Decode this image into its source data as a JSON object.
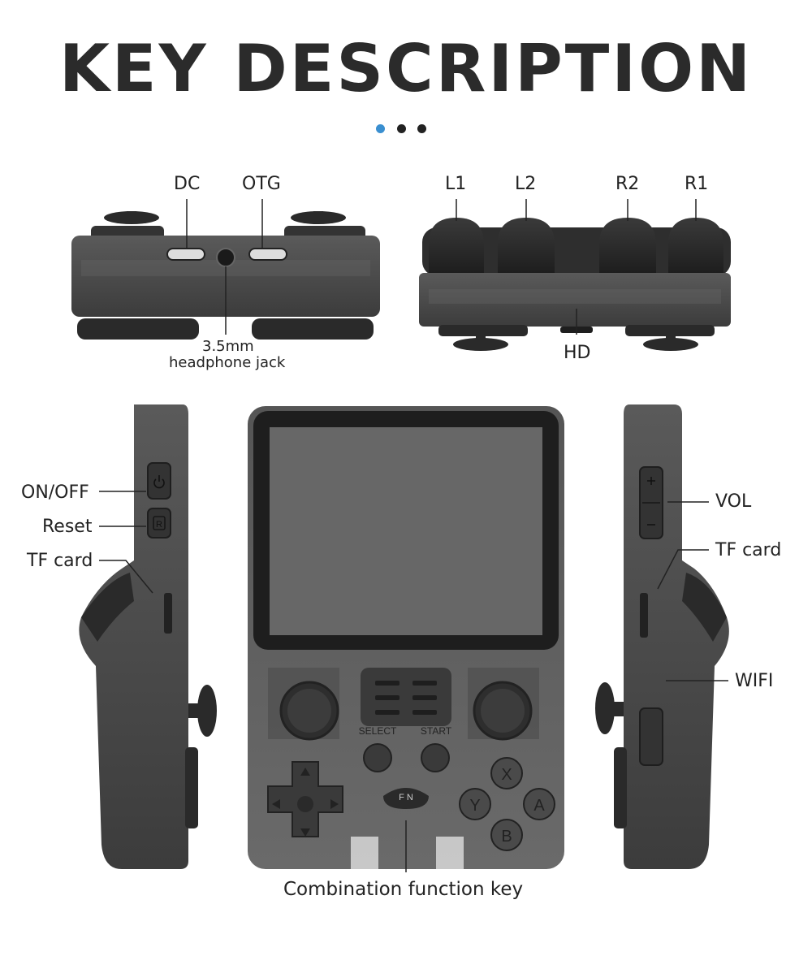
{
  "title": "KEY DESCRIPTION",
  "colors": {
    "accent_dot": "#3a8fd0",
    "dot": "#222222",
    "device_body": "#4a4a4a",
    "device_dark": "#2a2a2a"
  },
  "top_left_view": {
    "labels": {
      "dc": "DC",
      "otg": "OTG",
      "headphone_line1": "3.5mm",
      "headphone_line2": "headphone jack"
    }
  },
  "top_right_view": {
    "labels": {
      "l1": "L1",
      "l2": "L2",
      "r2": "R2",
      "r1": "R1",
      "hd": "HD"
    }
  },
  "left_side_view": {
    "labels": {
      "on_off": "ON/OFF",
      "reset": "Reset",
      "tf_card": "TF card"
    }
  },
  "right_side_view": {
    "labels": {
      "vol": "VOL",
      "tf_card": "TF card",
      "wifi": "WIFI"
    }
  },
  "front_view": {
    "labels": {
      "combination_key": "Combination function key"
    },
    "button_text": {
      "select": "SELECT",
      "start": "START",
      "fn": "F N",
      "x": "X",
      "y": "Y",
      "a": "A",
      "b": "B"
    }
  },
  "icons": [
    "power-icon",
    "reset-icon",
    "plus-icon",
    "minus-icon",
    "dpad-arrow-icon"
  ]
}
